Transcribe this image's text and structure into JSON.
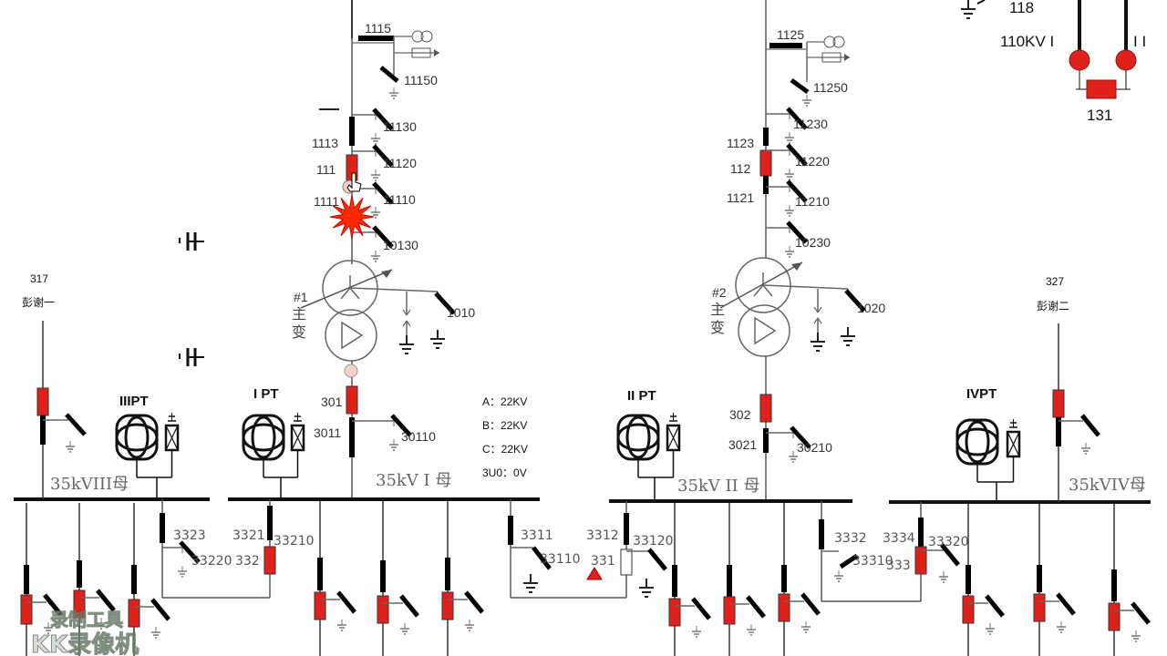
{
  "title_area": {
    "ground_label": "118",
    "line_i": "110KV I",
    "line_ii": "I I",
    "bus_tie": "131"
  },
  "line1": {
    "d1115": "1115",
    "g11150": "11150",
    "g11130": "11130",
    "d1113": "1113",
    "b111": "111",
    "g11120": "11120",
    "d1111": "1111",
    "g11110": "11110",
    "g10130": "10130"
  },
  "transformer1": {
    "num": "#1",
    "c1": "主",
    "c2": "变",
    "g1010": "1010",
    "b301": "301",
    "d3011": "3011",
    "g30110": "30110"
  },
  "line2": {
    "d1125": "1125",
    "g11250": "11250",
    "g11230": "11230",
    "d1123": "1123",
    "b112": "112",
    "g11220": "11220",
    "d1121": "1121",
    "g11210": "11210",
    "g10230": "10230"
  },
  "transformer2": {
    "num": "#2",
    "c1": "主",
    "c2": "变",
    "g1020": "1020",
    "b302": "302",
    "d3021": "3021",
    "g30210": "30210"
  },
  "buses": {
    "bus1": "35kV I 母",
    "bus2": "35kV II 母",
    "bus3": "35kVIII母",
    "bus4": "35kVIV母"
  },
  "pts": {
    "pt1": "I PT",
    "pt2": "II PT",
    "pt3": "IIIPT",
    "pt4": "IVPT"
  },
  "feeders": {
    "f317_num": "317",
    "f317_name": "彭谢一",
    "f327_num": "327",
    "f327_name": "彭谢二"
  },
  "ties": {
    "d3323": "3323",
    "g33220": "33220",
    "d3321": "3321",
    "b332": "332",
    "g33210": "33210",
    "d3311": "3311",
    "g33110": "33110",
    "d3312": "3312",
    "b331": "331",
    "g33120": "33120",
    "d3332": "3332",
    "g33310": "33310",
    "d3334": "3334",
    "b333": "333",
    "g33320": "33320"
  },
  "voltage_readout": {
    "a": "A：22KV",
    "b": "B：22KV",
    "c": "C：22KV",
    "u0": "3U0：0V"
  },
  "watermark": {
    "line1": "录制工具",
    "line2": "KK录像机"
  },
  "colors": {
    "breaker_closed": "#e0201b",
    "fault": "#ff2a00",
    "line": "#555555",
    "switch": "#000000"
  }
}
